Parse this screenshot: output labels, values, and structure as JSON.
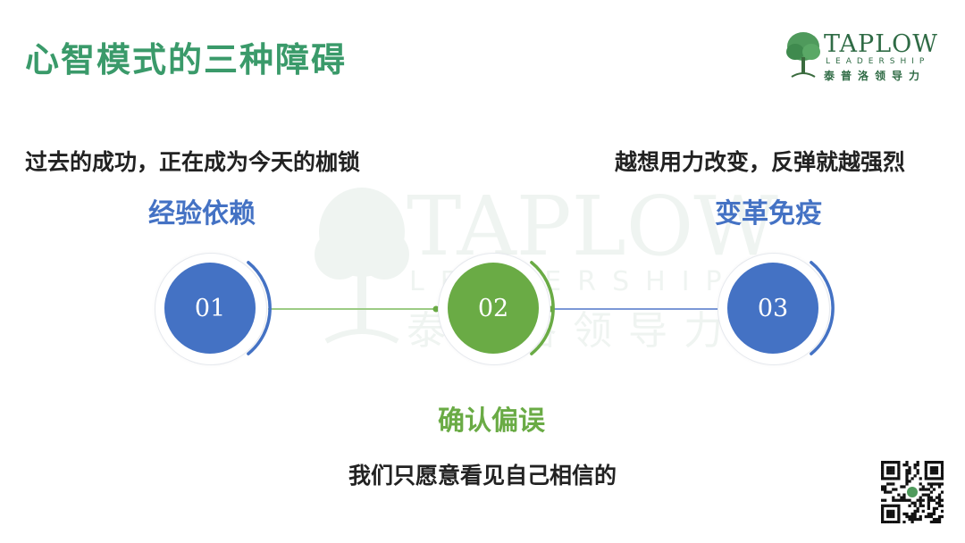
{
  "slide": {
    "title": "心智模式的三种障碍",
    "logo": {
      "wordmark": "TAPLOW",
      "subline": "LEADERSHIP",
      "chinese": "泰普洛领导力"
    },
    "watermark": {
      "wordmark": "TAPLOW",
      "subline": "LEADERSHIP",
      "chinese": "泰普洛领导力"
    },
    "descriptions": {
      "left": "过去的成功，正在成为今天的枷锁",
      "right": "越想用力改变，反弹就越强烈",
      "bottom": "我们只愿意看见自己相信的"
    },
    "barriers": [
      {
        "number": "01",
        "label": "经验依赖",
        "color": "#4472c4"
      },
      {
        "number": "02",
        "label": "确认偏误",
        "color": "#6aab45"
      },
      {
        "number": "03",
        "label": "变革免疫",
        "color": "#4472c4"
      }
    ],
    "colors": {
      "title": "#3a9a6a",
      "blue": "#4472c4",
      "green": "#6aab45",
      "brand": "#2f6b45"
    }
  }
}
